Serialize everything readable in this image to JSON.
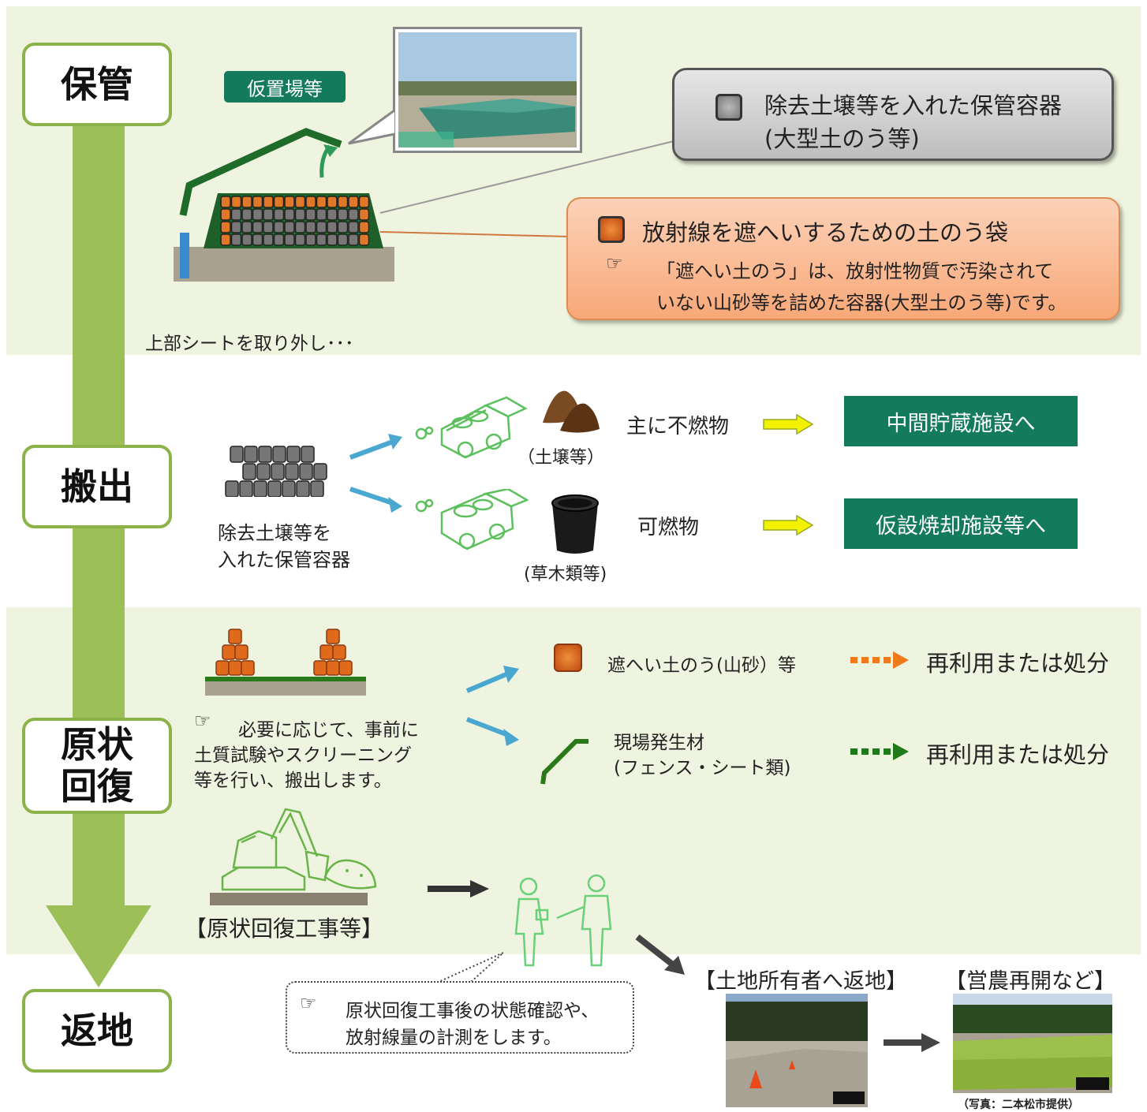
{
  "stages": {
    "storage": "保管",
    "transport": "搬出",
    "restoration_line1": "原状",
    "restoration_line2": "回復",
    "return": "返地"
  },
  "storage": {
    "site_label": "仮置場等",
    "container_label_line1": "除去土壌等を入れた保管容器",
    "container_label_line2": "(大型土のう等)",
    "shield_bag_label": "放射線を遮へいするための土のう袋",
    "shield_note_line1": "「遮へい土のう」は、放射性物質で汚染されて",
    "shield_note_line2": "いない山砂等を詰めた容器(大型土のう等)です。",
    "remove_sheet": "上部シートを取り外し･･･"
  },
  "transport": {
    "containers_line1": "除去土壌等を",
    "containers_line2": "入れた保管容器",
    "soil_label": "（土壌等）",
    "incombustible": "主に不燃物",
    "interim_storage": "中間貯蔵施設へ",
    "plants_label": "(草木類等)",
    "combustible": "可燃物",
    "incineration": "仮設焼却施設等へ"
  },
  "restoration": {
    "note_line1": "必要に応じて、事前に",
    "note_line2": "土質試験やスクリーニング",
    "note_line3": "等を行い、搬出します。",
    "shield_bags": "遮へい土のう(山砂）等",
    "reuse_1": "再利用または処分",
    "onsite_line1": "現場発生材",
    "onsite_line2": "(フェンス・シート類)",
    "reuse_2": "再利用または処分",
    "works_label": "【原状回復工事等】"
  },
  "return": {
    "check_line1": "原状回復工事後の状態確認や、",
    "check_line2": "放射線量の計測をします。",
    "return_to_owner": "【土地所有者へ返地】",
    "resume_farming": "【営農再開など】",
    "photo_credit": "（写真：二本松市提供）"
  },
  "colors": {
    "band_bg": "#eef4df",
    "stage_border": "#8cb24a",
    "dest_box": "#147a5c",
    "orange_bag": "#e06a1c",
    "arrow_yellow": "#f2f200",
    "arrow_blue": "#4aa8d0"
  }
}
